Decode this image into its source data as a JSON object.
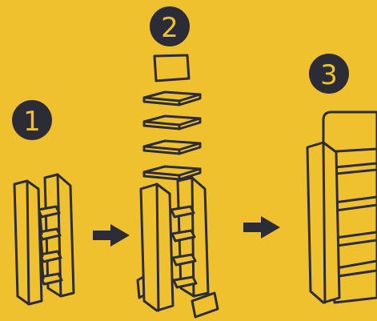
{
  "colors": {
    "background": "#F0C12E",
    "ink": "#2C2C36",
    "fill": "#F0C12E",
    "badge_text": "#F0C12E"
  },
  "steps": [
    {
      "number": "1"
    },
    {
      "number": "2"
    },
    {
      "number": "3"
    }
  ],
  "arrows": [
    {
      "icon": "right-arrow-icon"
    },
    {
      "icon": "right-arrow-icon"
    }
  ]
}
